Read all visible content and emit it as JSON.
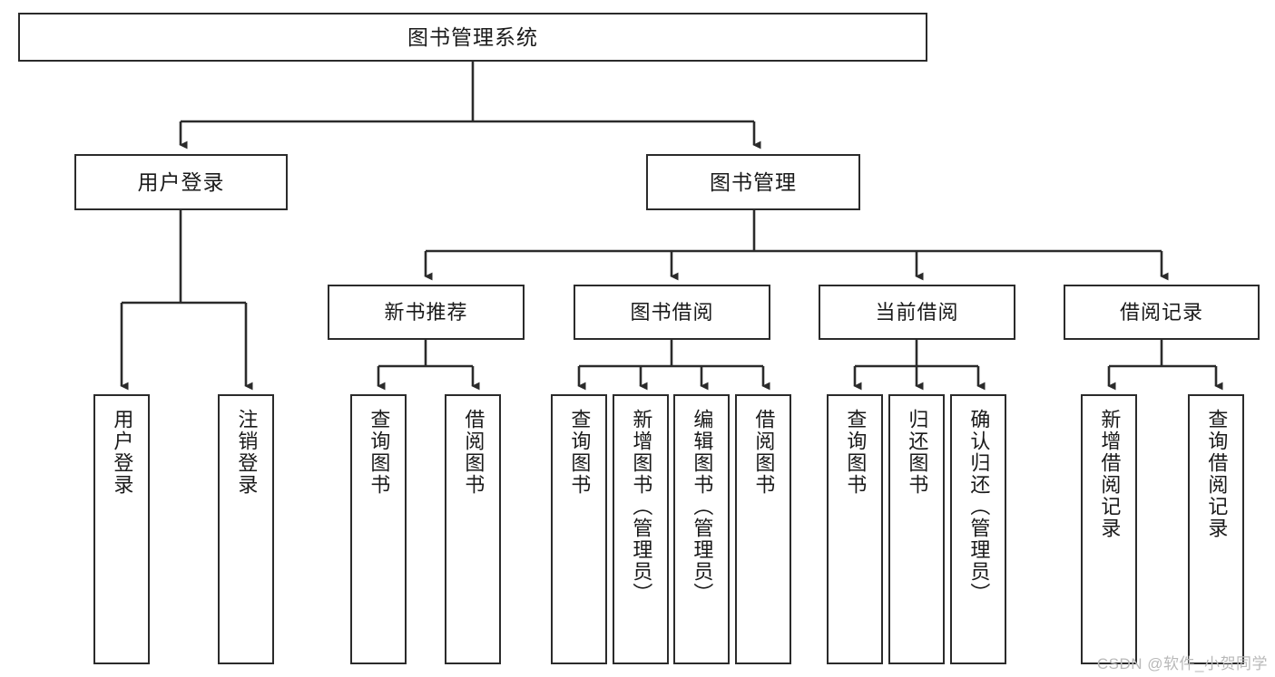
{
  "diagram": {
    "title": "图书管理系统",
    "type": "hierarchy-tree",
    "root": {
      "id": "root",
      "label": "图书管理系统"
    },
    "level2": [
      {
        "id": "user-login",
        "label": "用户登录"
      },
      {
        "id": "book-management",
        "label": "图书管理"
      }
    ],
    "level3": [
      {
        "id": "new-book-recommend",
        "label": "新书推荐",
        "parent": "book-management"
      },
      {
        "id": "book-borrow",
        "label": "图书借阅",
        "parent": "book-management"
      },
      {
        "id": "current-borrow",
        "label": "当前借阅",
        "parent": "book-management"
      },
      {
        "id": "borrow-record",
        "label": "借阅记录",
        "parent": "book-management"
      }
    ],
    "leaves": [
      {
        "id": "leaf-user-login",
        "label": "用户登录",
        "parent": "user-login"
      },
      {
        "id": "leaf-logout",
        "label": "注销登录",
        "parent": "user-login"
      },
      {
        "id": "leaf-query-book-1",
        "label": "查询图书",
        "parent": "new-book-recommend"
      },
      {
        "id": "leaf-borrow-book-1",
        "label": "借阅图书",
        "parent": "new-book-recommend"
      },
      {
        "id": "leaf-query-book-2",
        "label": "查询图书",
        "parent": "book-borrow"
      },
      {
        "id": "leaf-add-book",
        "label": "新增图书（管理员）",
        "parent": "book-borrow"
      },
      {
        "id": "leaf-edit-book",
        "label": "编辑图书（管理员）",
        "parent": "book-borrow"
      },
      {
        "id": "leaf-borrow-book-2",
        "label": "借阅图书",
        "parent": "book-borrow"
      },
      {
        "id": "leaf-query-book-3",
        "label": "查询图书",
        "parent": "current-borrow"
      },
      {
        "id": "leaf-return-book",
        "label": "归还图书",
        "parent": "current-borrow"
      },
      {
        "id": "leaf-confirm-return",
        "label": "确认归还（管理员）",
        "parent": "current-borrow"
      },
      {
        "id": "leaf-add-record",
        "label": "新增借阅记录",
        "parent": "borrow-record"
      },
      {
        "id": "leaf-query-record",
        "label": "查询借阅记录",
        "parent": "borrow-record"
      }
    ]
  },
  "watermark": {
    "text": "CSDN @软件_小贺同学"
  },
  "colors": {
    "stroke": "#2b2b2b",
    "background": "#ffffff",
    "text": "#1a1a1a",
    "watermark": "#b9b9b9"
  }
}
